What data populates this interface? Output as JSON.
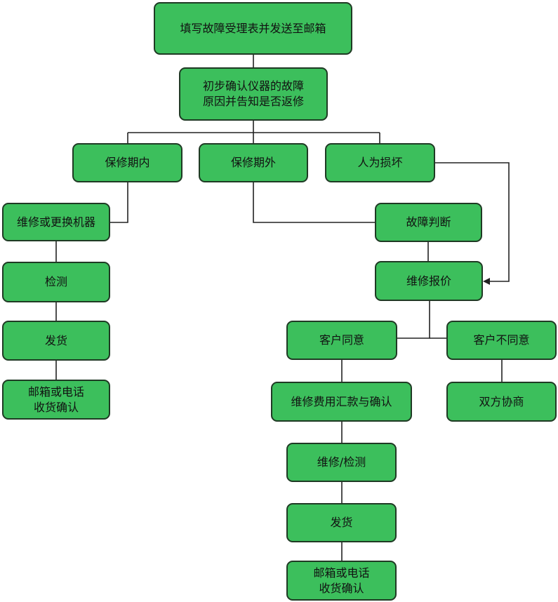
{
  "colors": {
    "node_fill": "#3cbf5c",
    "node_border": "#1f3a24",
    "connector": "#222222"
  },
  "nodes": {
    "fill_form": "填写故障受理表并发送至邮箱",
    "initial_check": "初步确认仪器的故障\n原因并告知是否返修",
    "in_warranty": "保修期内",
    "out_warranty": "保修期外",
    "human_damage": "人为损坏",
    "repair_replace": "维修或更换机器",
    "fault_judgment": "故障判断",
    "inspection_left": "检测",
    "repair_quote": "维修报价",
    "ship_left": "发货",
    "customer_agree": "客户同意",
    "customer_disagree": "客户不同意",
    "confirm_receipt_left": "邮箱或电话\n收货确认",
    "payment": "维修费用汇款与确认",
    "negotiate": "双方协商",
    "repair_inspection": "维修/检测",
    "ship_right": "发货",
    "confirm_receipt_right": "邮箱或电话\n收货确认"
  }
}
